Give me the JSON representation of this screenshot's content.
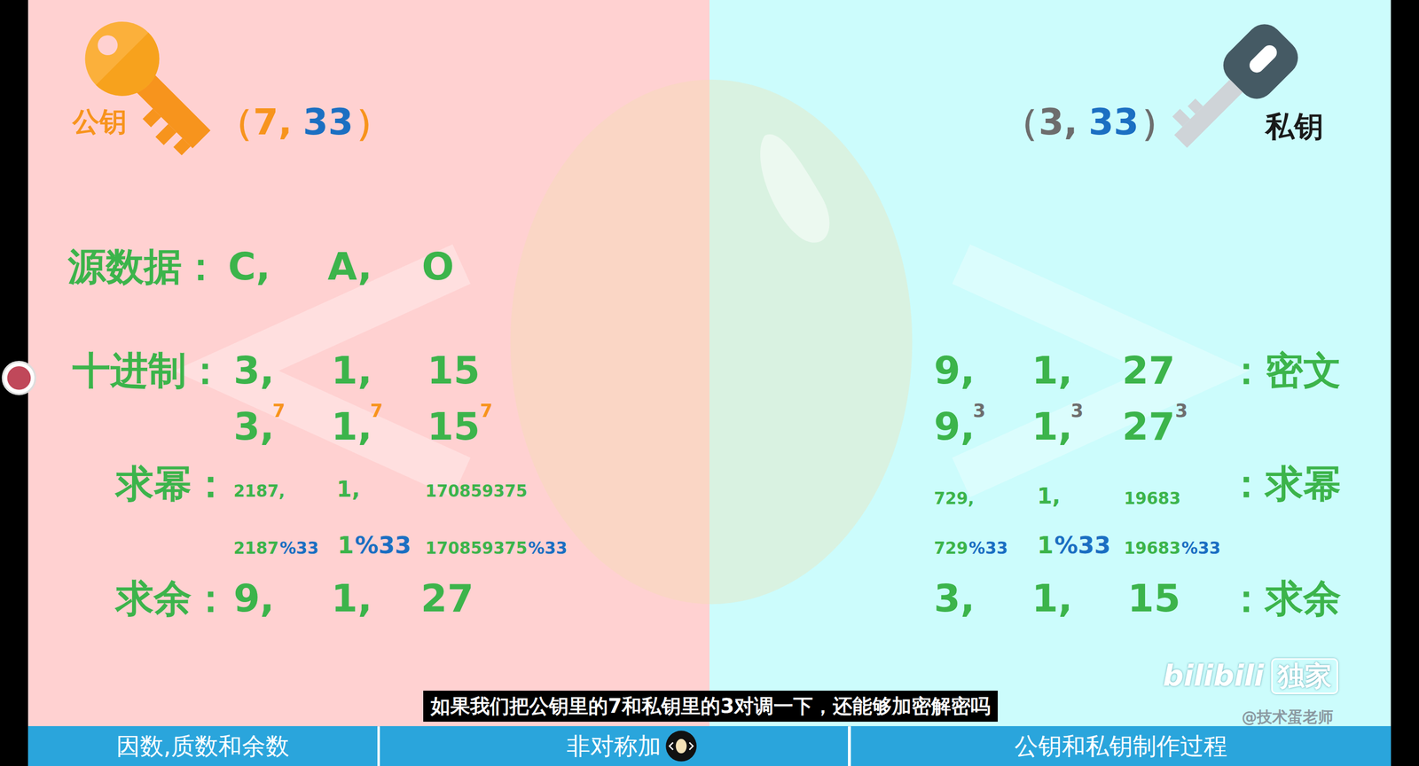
{
  "diagram": {
    "nodes": [
      {
        "text": [
          "公钥",
          "（",
          "7,",
          "33",
          "）",
          "源数据：",
          "C,",
          "A,",
          "O",
          "十进制：",
          "3,",
          "1,",
          "15",
          "3,",
          "7",
          "1,",
          "7",
          "15",
          "7",
          "求幂：",
          "2187,",
          "1,",
          "170859375",
          "2187",
          "%33",
          "1",
          "%33",
          "170859375",
          "%33",
          "求余：",
          "9,",
          "1,",
          "27"
        ]
      },
      {
        "text": [
          "（",
          "3,",
          "33",
          "）",
          "私钥",
          "9,",
          "1,",
          "27",
          "：密文",
          "9,",
          "3",
          "1,",
          "3",
          "27",
          "3",
          "729,",
          "1,",
          "19683",
          "：求幂",
          "729",
          "%33",
          "1",
          "%33",
          "19683",
          "%33",
          "3,",
          "1,",
          "15",
          "：求余"
        ]
      },
      {
        "text": [
          "如果我们把公钥里的7和私钥里的3对调一下，还能够加密解密吗"
        ]
      },
      {
        "text": [
          "因数,质数和余数"
        ]
      },
      {
        "text": [
          "非对称加"
        ]
      },
      {
        "text": [
          "公钥和私钥制作过程"
        ]
      }
    ],
    "labels": [
      "bilibili",
      "独家",
      "@技术蛋老师"
    ]
  }
}
